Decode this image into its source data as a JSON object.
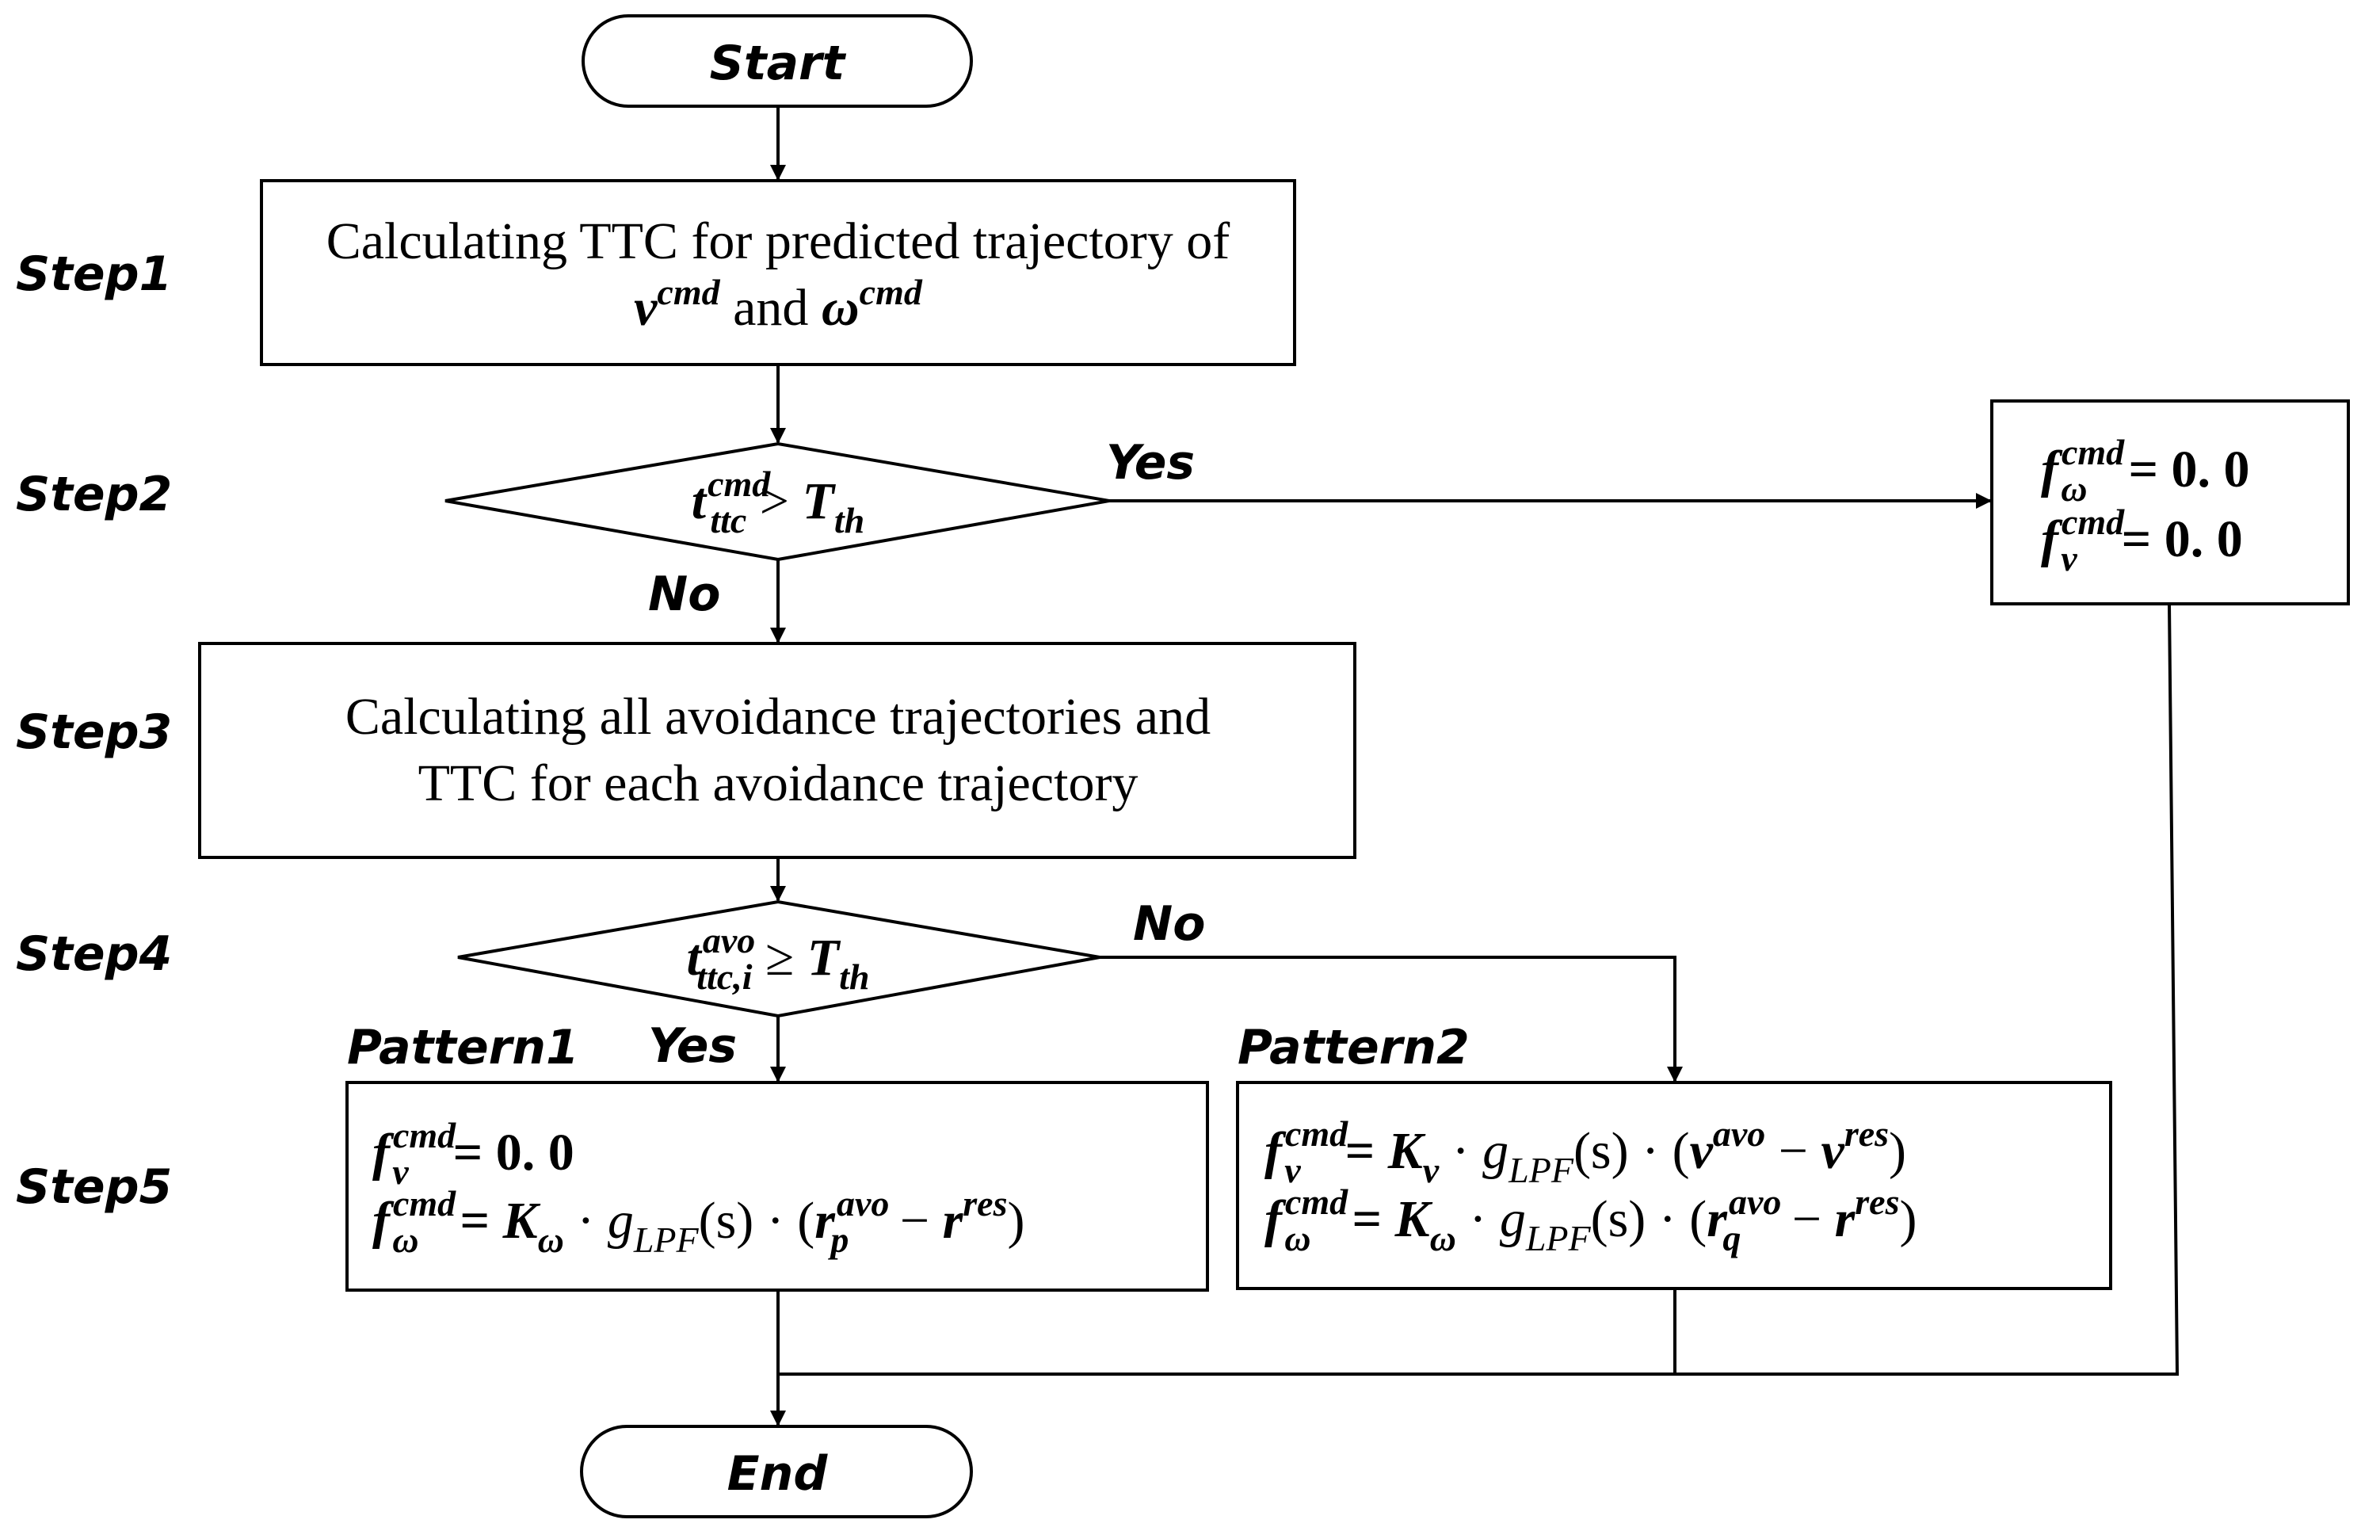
{
  "terminals": {
    "start": "Start",
    "end": "End"
  },
  "steps": {
    "step1": "Step1",
    "step2": "Step2",
    "step3": "Step3",
    "step4": "Step4",
    "step5": "Step5"
  },
  "patterns": {
    "pattern1": "Pattern1",
    "pattern2": "Pattern2"
  },
  "branches": {
    "step2_yes": "Yes",
    "step2_no": "No",
    "step4_no": "No",
    "step4_yes": "Yes"
  },
  "step1_box": {
    "line1": "Calculating TTC for predicted trajectory of",
    "v": "v",
    "v_sup": "cmd",
    "and": "and",
    "w": "ω",
    "w_sup": "cmd"
  },
  "step2_decision": {
    "t": "t",
    "t_sup": "cmd",
    "t_sub": "ttc",
    "op": ">",
    "T": "T",
    "T_sub": "th"
  },
  "step2_yes_box": {
    "f": "f",
    "sup": "cmd",
    "sub_w": "ω",
    "sub_v": "v",
    "eq": "= 0. 0"
  },
  "step3_box": {
    "line1": "Calculating all avoidance trajectories and",
    "line2": "TTC for each avoidance trajectory"
  },
  "step4_decision": {
    "t": "t",
    "t_sup": "avo",
    "t_sub": "ttc,i",
    "op": "≥",
    "T": "T",
    "T_sub": "th"
  },
  "pattern1_box": {
    "f": "f",
    "sup": "cmd",
    "sub_v": "v",
    "sub_w": "ω",
    "eq1": "= 0. 0",
    "eq2_a": "= ",
    "K": "K",
    "K_sub": "ω",
    "dot": " · ",
    "g": "g",
    "g_sub": "LPF",
    "s": "(s)",
    "open": "(",
    "r": "r",
    "r1_sup": "avo",
    "r1_sub": "p",
    "minus": " − ",
    "r2_sup": "res",
    "close": ")"
  },
  "pattern2_box": {
    "f": "f",
    "sup": "cmd",
    "sub_v": "v",
    "sub_w": "ω",
    "eq": "= ",
    "K": "K",
    "K_sub_v": "v",
    "K_sub_w": "ω",
    "dot": " · ",
    "g": "g",
    "g_sub": "LPF",
    "s": "(s)",
    "open": "(",
    "v": "v",
    "v1_sup": "avo",
    "v2_sup": "res",
    "r": "r",
    "r1_sup": "avo",
    "r1_sub": "q",
    "r2_sup": "res",
    "minus": " − ",
    "close": ")"
  }
}
